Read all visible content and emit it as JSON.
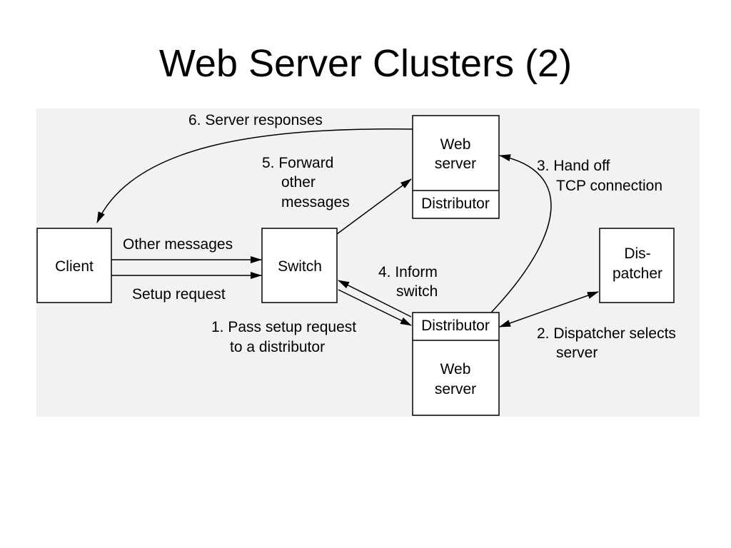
{
  "slide": {
    "title": "Web Server Clusters (2)"
  },
  "diagram": {
    "nodes": {
      "client": "Client",
      "switch": "Switch",
      "dispatcher": [
        "Dis-",
        "patcher"
      ],
      "web_server_top": {
        "name": [
          "Web",
          "server"
        ],
        "distributor": "Distributor"
      },
      "web_server_bottom": {
        "distributor": "Distributor",
        "name": [
          "Web",
          "server"
        ]
      }
    },
    "edges": {
      "other_messages": "Other messages",
      "setup_request": "Setup request",
      "pass_setup": [
        "1. Pass setup request",
        "to a distributor"
      ],
      "dispatcher_selects": [
        "2. Dispatcher selects",
        "server"
      ],
      "hand_off": [
        "3. Hand off",
        "TCP connection"
      ],
      "inform_switch": [
        "4. Inform",
        "switch"
      ],
      "forward_other": [
        "5. Forward",
        "other",
        "messages"
      ],
      "server_responses": "6. Server responses"
    },
    "colors": {
      "line": "#000000",
      "box_fill": "#ffffff",
      "figure_background": "#f2f2f2"
    }
  }
}
